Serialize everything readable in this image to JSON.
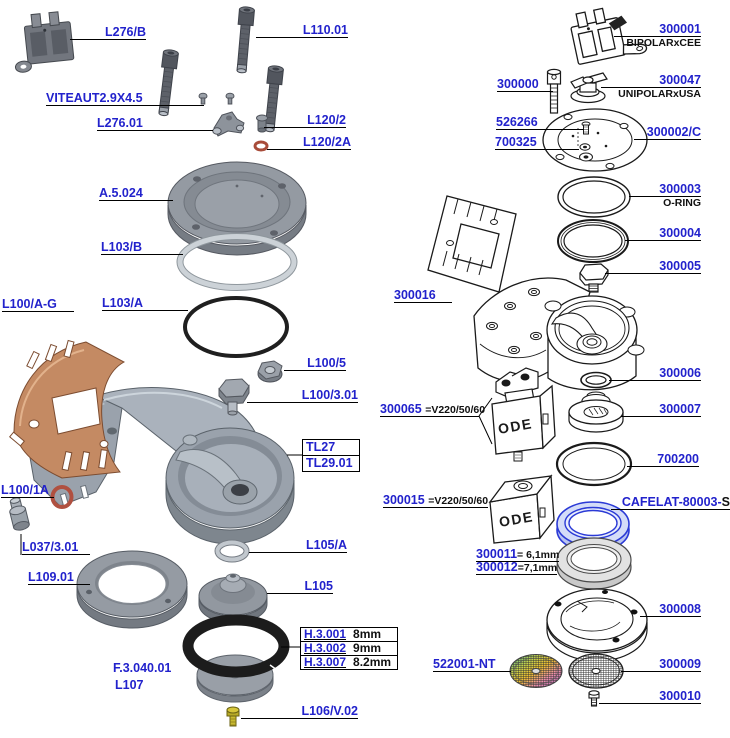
{
  "diagram_kind": "exploded-parts-diagram",
  "colors": {
    "label_blue": "#2222cc",
    "leader_black": "#000000",
    "cafelat_blue": "#2b3ad6",
    "copper": "#c48a63",
    "brass": "#c6b62a",
    "red_oring": "#b05040"
  },
  "brand": {
    "ode": "ODE"
  },
  "labels": {
    "l276b": {
      "text": "L276/B"
    },
    "l110_01": {
      "text": "L110.01"
    },
    "viteaut": {
      "text": "VITEAUT2.9X4.5"
    },
    "l276_01": {
      "text": "L276.01"
    },
    "l120_2": {
      "text": "L120/2"
    },
    "l120_2a": {
      "text": "L120/2A"
    },
    "a5_024": {
      "text": "A.5.024"
    },
    "l103_b": {
      "text": "L103/B"
    },
    "l100_ag": {
      "text": "L100/A-G"
    },
    "l103_a": {
      "text": "L103/A"
    },
    "l100_5": {
      "text": "L100/5"
    },
    "l100_3_01": {
      "text": "L100/3.01"
    },
    "tl27": {
      "text": "TL27"
    },
    "tl29_01": {
      "text": "TL29.01"
    },
    "l100_1a": {
      "text": "L100/1A"
    },
    "l037_3_01": {
      "text": "L037/3.01"
    },
    "l109_01": {
      "text": "L109.01"
    },
    "l105_a": {
      "text": "L105/A"
    },
    "l105": {
      "text": "L105"
    },
    "h3_001": {
      "text": "H.3.001",
      "size": "8mm"
    },
    "h3_002": {
      "text": "H.3.002",
      "size": "9mm"
    },
    "h3_007": {
      "text": "H.3.007",
      "size": "8.2mm"
    },
    "f3_040_01": {
      "text": "F.3.040.01"
    },
    "l107": {
      "text": "L107"
    },
    "l106_v02": {
      "text": "L106/V.02"
    },
    "n300001": {
      "text": "300001",
      "sub": "BIPOLARxCEE"
    },
    "n300000": {
      "text": "300000"
    },
    "n300047": {
      "text": "300047",
      "sub": "UNIPOLARxUSA"
    },
    "n526266": {
      "text": "526266"
    },
    "n700325": {
      "text": "700325"
    },
    "n300002c": {
      "text": "300002/C"
    },
    "n300003": {
      "text": "300003",
      "sub": "O-RING"
    },
    "n300004": {
      "text": "300004"
    },
    "n300005": {
      "text": "300005"
    },
    "n300016": {
      "text": "300016"
    },
    "n300065": {
      "text": "300065",
      "suffix": "=V220/50/60"
    },
    "n300006": {
      "text": "300006"
    },
    "n300007": {
      "text": "300007"
    },
    "n700200": {
      "text": "700200"
    },
    "n300015": {
      "text": "300015",
      "suffix": "=V220/50/60"
    },
    "cafelat": {
      "text": "CAFELAT-80003-",
      "suffix": "S"
    },
    "n300011": {
      "text": "300011",
      "suffix": "= 6,1mm"
    },
    "n300012": {
      "text": "300012",
      "suffix": "=7,1mm"
    },
    "n300008": {
      "text": "300008"
    },
    "n522001nt": {
      "text": "522001-NT"
    },
    "n300009": {
      "text": "300009"
    },
    "n300010": {
      "text": "300010"
    }
  }
}
